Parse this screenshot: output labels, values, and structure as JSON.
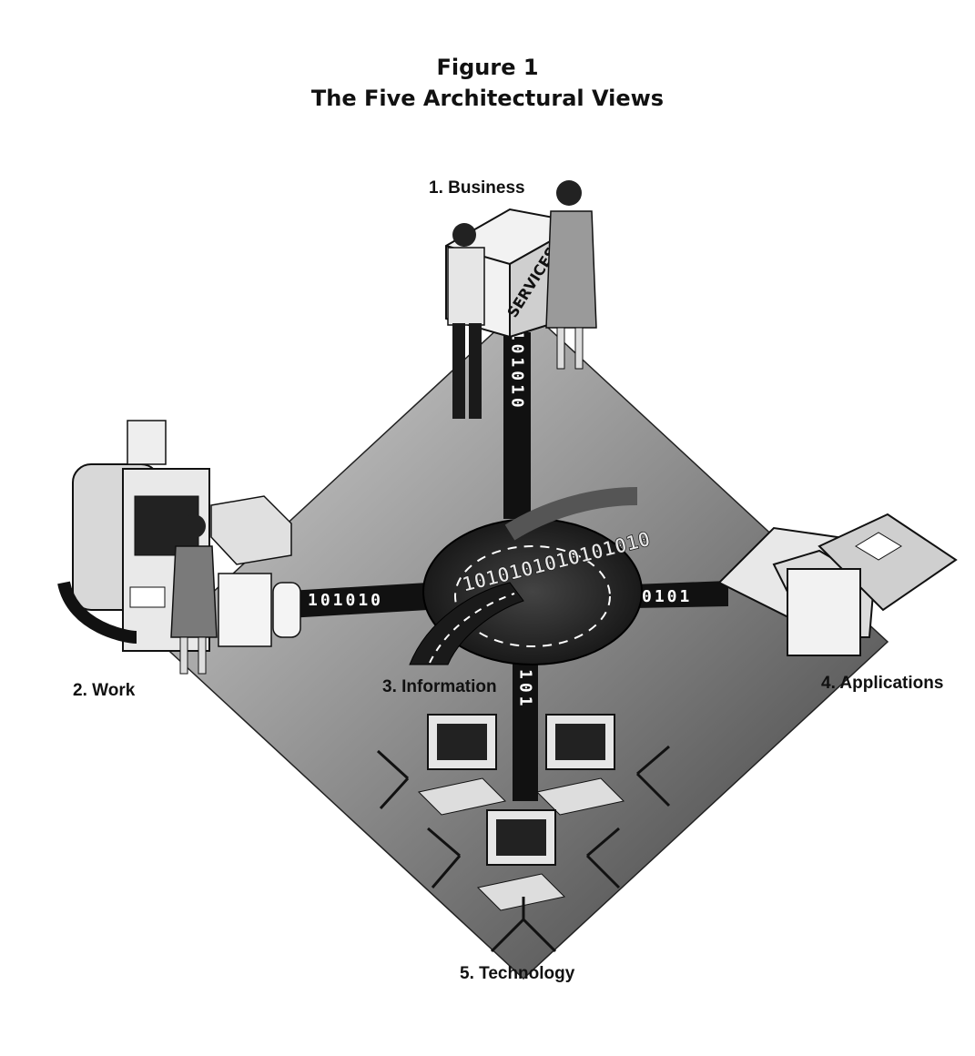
{
  "figure": {
    "title": "Figure 1",
    "subtitle": "The Five Architectural Views"
  },
  "views": {
    "business": "1. Business",
    "work": "2. Work",
    "information": "3. Information",
    "applications": "4. Applications",
    "technology": "5. Technology"
  },
  "box_text": "SERVICES",
  "binary": {
    "business_link": "010101010",
    "work_link": "101010",
    "applications_link": "0101",
    "technology_link": "010101",
    "road_arc": "1010101010101010"
  }
}
